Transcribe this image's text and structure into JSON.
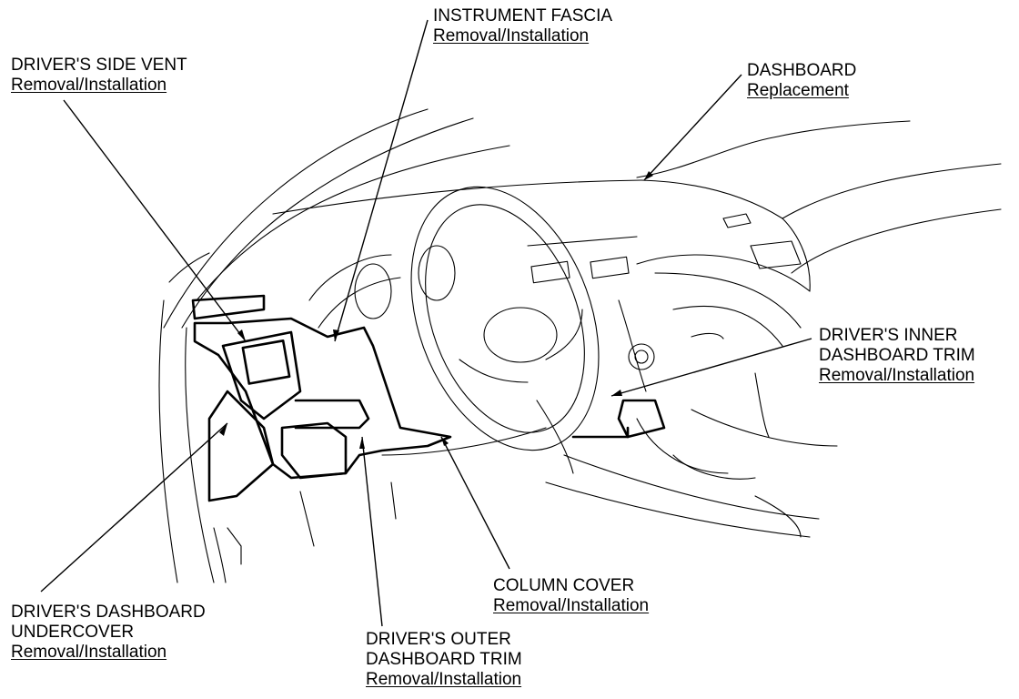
{
  "callouts": [
    {
      "id": "instrument-fascia",
      "title": "INSTRUMENT FASCIA",
      "action": "Removal/Installation"
    },
    {
      "id": "drivers-side-vent",
      "title": "DRIVER'S SIDE VENT",
      "action": "Removal/Installation"
    },
    {
      "id": "dashboard",
      "title": "DASHBOARD",
      "action": "Replacement"
    },
    {
      "id": "drivers-inner-dashboard-trim",
      "title_lines": [
        "DRIVER'S INNER",
        "DASHBOARD TRIM"
      ],
      "action": "Removal/Installation"
    },
    {
      "id": "column-cover",
      "title": "COLUMN COVER",
      "action": "Removal/Installation"
    },
    {
      "id": "drivers-dashboard-undercover",
      "title_lines": [
        "DRIVER'S DASHBOARD",
        "UNDERCOVER"
      ],
      "action": "Removal/Installation"
    },
    {
      "id": "drivers-outer-dashboard-trim",
      "title_lines": [
        "DRIVER'S OUTER",
        "DASHBOARD TRIM"
      ],
      "action": "Removal/Installation"
    }
  ],
  "colors": {
    "ink": "#000000",
    "background": "#ffffff"
  }
}
